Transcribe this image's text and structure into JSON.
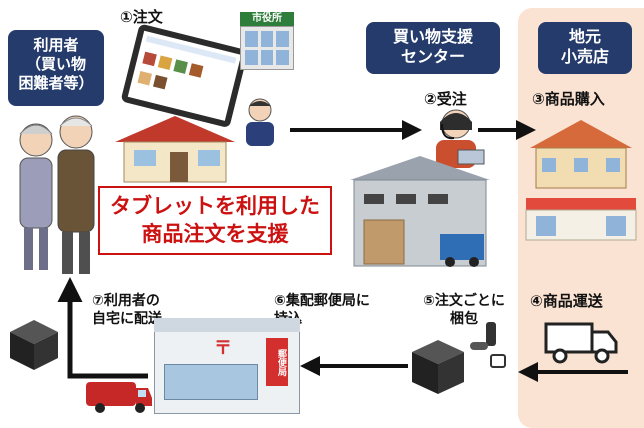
{
  "user_box": {
    "lines": [
      "利用者",
      "（買い物",
      "困難者等）"
    ]
  },
  "support_center_box": {
    "lines": [
      "買い物支援",
      "センター"
    ]
  },
  "local_store_box": {
    "lines": [
      "地元",
      "小売店"
    ]
  },
  "city_hall_sign": "市役所",
  "post_office_sign": "郵便局",
  "callout": {
    "lines": [
      "タブレットを利用した",
      "商品注文を支援"
    ]
  },
  "steps": {
    "s1": "①注文",
    "s2": "②受注",
    "s3": "③商品購入",
    "s4": "④商品運送",
    "s5": [
      "⑤注文ごとに",
      "梱包"
    ],
    "s6": [
      "⑥集配郵便局に",
      "持込"
    ],
    "s7": [
      "⑦利用者の",
      "自宅に配送"
    ]
  },
  "colors": {
    "navy": "#243b6b",
    "peach": "#fbe3d3",
    "red": "#cc1111",
    "arrow": "#111111"
  }
}
